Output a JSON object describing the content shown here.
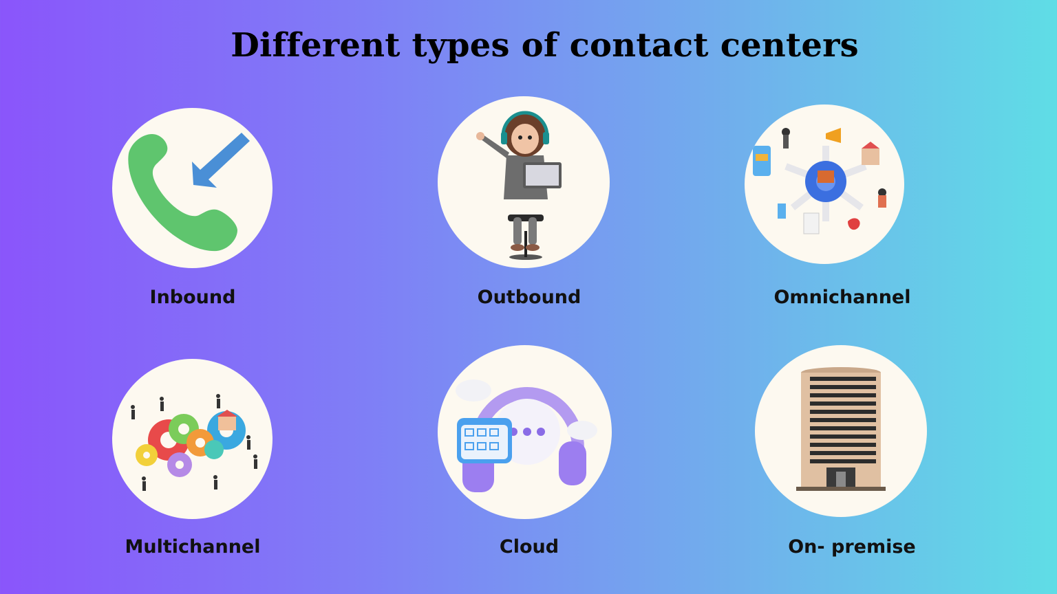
{
  "title": "Different types of contact centers",
  "items": [
    {
      "label": "Inbound",
      "icon": "inbound-call-icon"
    },
    {
      "label": "Outbound",
      "icon": "outbound-agent-icon"
    },
    {
      "label": "Omnichannel",
      "icon": "omnichannel-network-icon"
    },
    {
      "label": "Multichannel",
      "icon": "multichannel-gears-icon"
    },
    {
      "label": "Cloud",
      "icon": "cloud-headset-icon"
    },
    {
      "label": "On- premise",
      "icon": "office-building-icon"
    }
  ],
  "colors": {
    "gradient_start": "#8a55fb",
    "gradient_end": "#5fdde6",
    "circle_fill": "#fdf9f0",
    "phone_green": "#5fc56e",
    "arrow_blue": "#4a8fd6"
  }
}
